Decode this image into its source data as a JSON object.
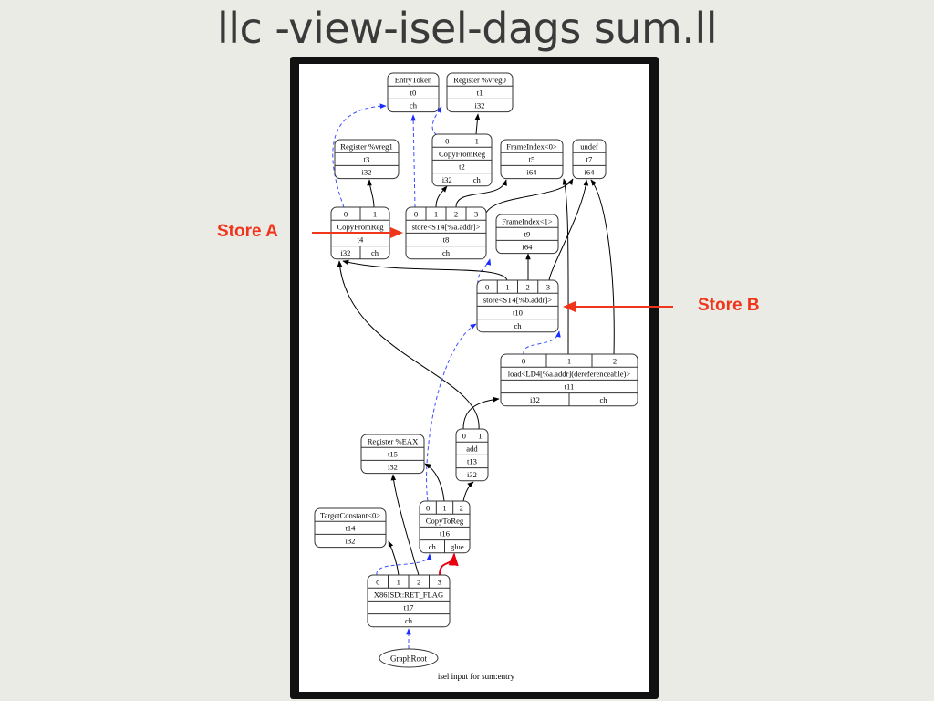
{
  "title": "llc -view-isel-dags sum.ll",
  "annotations": {
    "store_a": "Store A",
    "store_b": "Store B"
  },
  "caption": "isel input for sum:entry",
  "colors": {
    "chain": "#3a4dff",
    "data": "#000000",
    "glue": "#e8000f",
    "annotation": "#f0351c"
  },
  "nodes": {
    "t0": [
      [
        "EntryToken"
      ],
      [
        "t0"
      ],
      [
        "ch"
      ]
    ],
    "t1": [
      [
        "Register %vreg0"
      ],
      [
        "t1"
      ],
      [
        "i32"
      ]
    ],
    "t2": [
      [
        "0",
        "1"
      ],
      [
        "CopyFromReg"
      ],
      [
        "t2"
      ],
      [
        "i32",
        "ch"
      ]
    ],
    "t3": [
      [
        "Register %vreg1"
      ],
      [
        "t3"
      ],
      [
        "i32"
      ]
    ],
    "t4": [
      [
        "0",
        "1"
      ],
      [
        "CopyFromReg"
      ],
      [
        "t4"
      ],
      [
        "i32",
        "ch"
      ]
    ],
    "t5": [
      [
        "FrameIndex<0>"
      ],
      [
        "t5"
      ],
      [
        "i64"
      ]
    ],
    "t7": [
      [
        "undef"
      ],
      [
        "t7"
      ],
      [
        "i64"
      ]
    ],
    "t8": [
      [
        "0",
        "1",
        "2",
        "3"
      ],
      [
        "store<ST4[%a.addr]>"
      ],
      [
        "t8"
      ],
      [
        "ch"
      ]
    ],
    "t9": [
      [
        "FrameIndex<1>"
      ],
      [
        "t9"
      ],
      [
        "i64"
      ]
    ],
    "t10": [
      [
        "0",
        "1",
        "2",
        "3"
      ],
      [
        "store<ST4[%b.addr]>"
      ],
      [
        "t10"
      ],
      [
        "ch"
      ]
    ],
    "t11": [
      [
        "0",
        "1",
        "2"
      ],
      [
        "load<LD4[%a.addr](dereferenceable)>"
      ],
      [
        "t11"
      ],
      [
        "i32",
        "ch"
      ]
    ],
    "t13": [
      [
        "0",
        "1"
      ],
      [
        "add"
      ],
      [
        "t13"
      ],
      [
        "i32"
      ]
    ],
    "t14": [
      [
        "TargetConstant<0>"
      ],
      [
        "t14"
      ],
      [
        "i32"
      ]
    ],
    "t15": [
      [
        "Register %EAX"
      ],
      [
        "t15"
      ],
      [
        "i32"
      ]
    ],
    "t16": [
      [
        "0",
        "1",
        "2"
      ],
      [
        "CopyToReg"
      ],
      [
        "t16"
      ],
      [
        "ch",
        "glue"
      ]
    ],
    "t17": [
      [
        "0",
        "1",
        "2",
        "3"
      ],
      [
        "X86ISD::RET_FLAG"
      ],
      [
        "t17"
      ],
      [
        "ch"
      ]
    ],
    "root": "GraphRoot"
  }
}
